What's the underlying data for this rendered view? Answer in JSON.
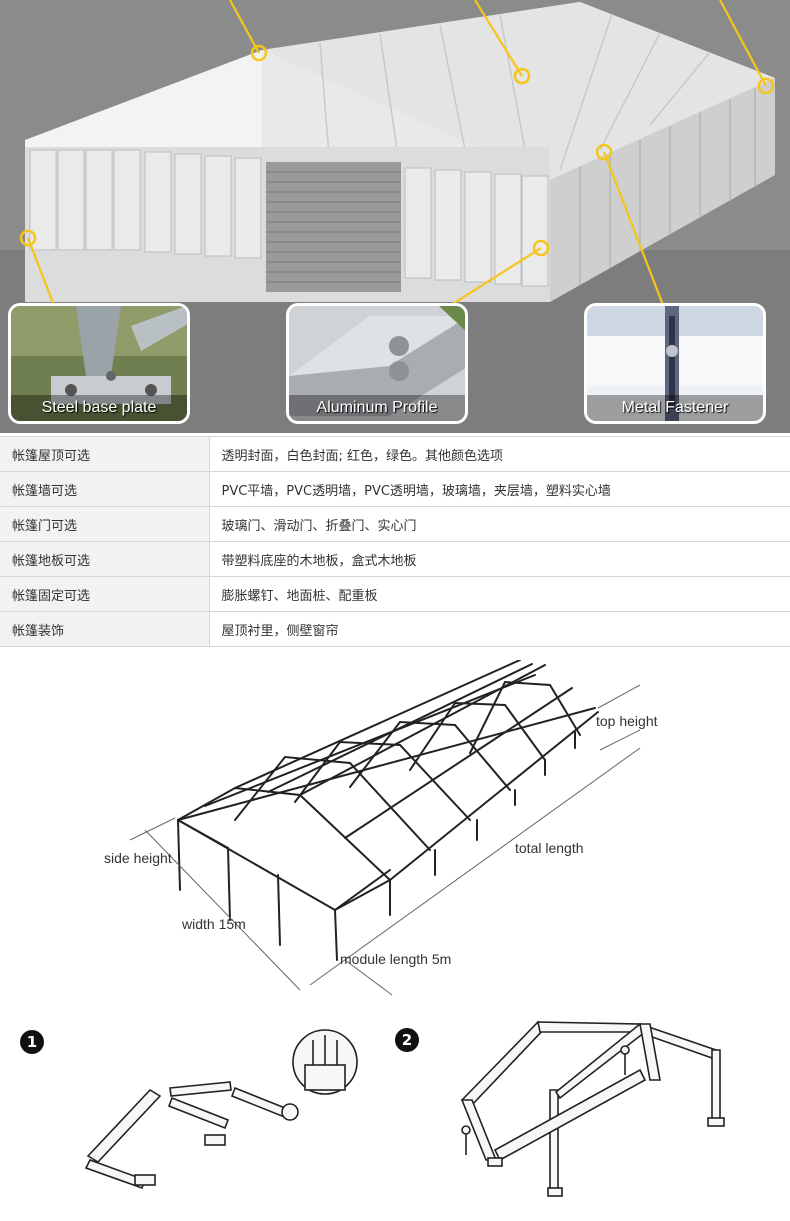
{
  "hero": {
    "callouts": [
      {
        "label": "Steel base plate",
        "icon": "steel-base-plate-photo"
      },
      {
        "label": "Aluminum Profile",
        "icon": "aluminum-profile-photo"
      },
      {
        "label": "Metal Fastener",
        "icon": "metal-fastener-photo"
      }
    ],
    "colors": {
      "background": "#8b8b8b",
      "callout_line": "#f5c518",
      "roof": "#ececec",
      "wall": "#e2e2e2"
    }
  },
  "spec_table": {
    "rows": [
      {
        "key": "帐篷屋顶可选",
        "value": "透明封面，白色封面; 红色，绿色。其他颜色选项"
      },
      {
        "key": "帐篷墙可选",
        "value": "PVC平墙，PVC透明墙，PVC透明墙，玻璃墙，夹层墙，塑料实心墙"
      },
      {
        "key": "帐篷门可选",
        "value": "玻璃门、滑动门、折叠门、实心门"
      },
      {
        "key": "帐篷地板可选",
        "value": "带塑料底座的木地板，盒式木地板"
      },
      {
        "key": "帐篷固定可选",
        "value": "膨胀螺钉、地面桩、配重板"
      },
      {
        "key": "帐篷装饰",
        "value": "屋顶衬里，侧壁窗帘"
      }
    ]
  },
  "frame_diagram": {
    "labels": {
      "top_height": "top height",
      "side_height": "side height",
      "total_length": "total length",
      "width": "width 15m",
      "module_length": "module length 5m"
    }
  },
  "assembly_steps": {
    "steps": [
      {
        "number": "1"
      },
      {
        "number": "2"
      }
    ]
  }
}
